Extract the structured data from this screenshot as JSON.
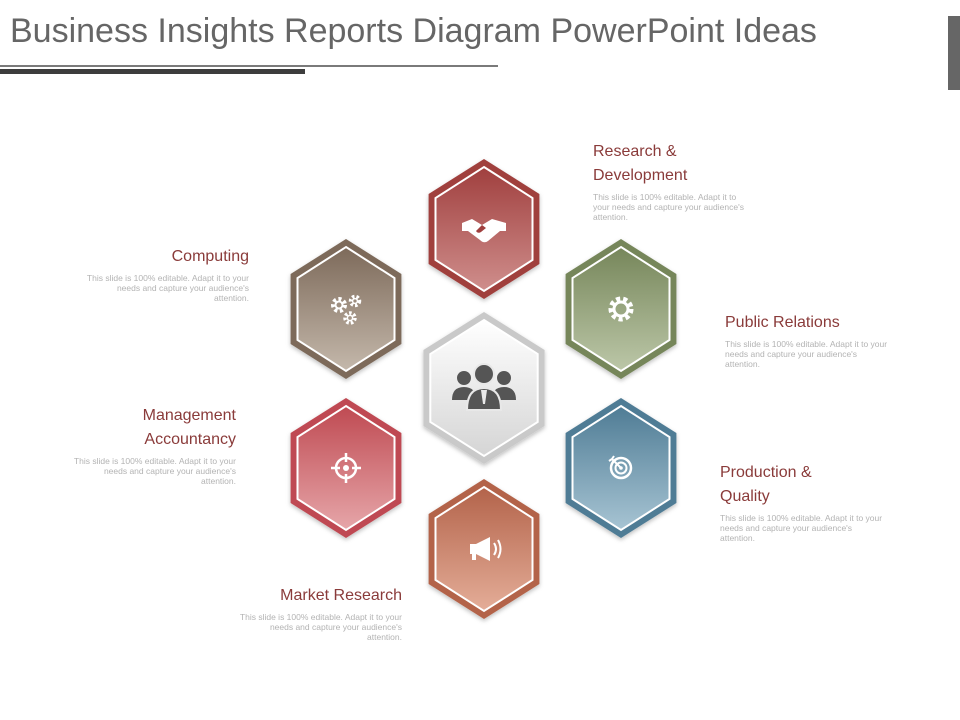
{
  "title": "Business Insights Reports Diagram PowerPoint Ideas",
  "colors": {
    "title": "#666666",
    "heading": "#8a3b3a",
    "desc": "#b3b3b3"
  },
  "center": {
    "icon": "people-group-icon",
    "color": "#d0d0d0"
  },
  "segments": [
    {
      "id": "research-development",
      "heading": "Research & Development",
      "desc": "This slide is 100% editable. Adapt it to your needs and capture your audience's attention.",
      "icon": "handshake-icon",
      "color": "#a03f3e",
      "light": "#cf8e8c"
    },
    {
      "id": "public-relations",
      "heading": "Public Relations",
      "desc": "This slide is 100% editable. Adapt it to your needs and capture your audience's attention.",
      "icon": "gear-icon",
      "color": "#76865a",
      "light": "#bcc7a8"
    },
    {
      "id": "production-quality",
      "heading": "Production & Quality",
      "desc": "This slide is 100% editable. Adapt it to your needs and capture your audience's attention.",
      "icon": "target-icon",
      "color": "#4f7c95",
      "light": "#a7c4d3"
    },
    {
      "id": "market-research",
      "heading": "Market Research",
      "desc": "This slide is 100% editable. Adapt it to your needs and capture your audience's attention.",
      "icon": "megaphone-icon",
      "color": "#b3634a",
      "light": "#e4ad98"
    },
    {
      "id": "management-accountancy",
      "heading": "Management Accountancy",
      "desc": "This slide is 100% editable. Adapt it to your needs and capture your audience's attention.",
      "icon": "crosshair-icon",
      "color": "#bf4a52",
      "light": "#e6a6a9"
    },
    {
      "id": "computing",
      "heading": "Computing",
      "desc": "This slide is 100% editable. Adapt it to your needs and capture your audience's attention.",
      "icon": "gears-icon",
      "color": "#7d6a5a",
      "light": "#c4b8ab"
    }
  ]
}
